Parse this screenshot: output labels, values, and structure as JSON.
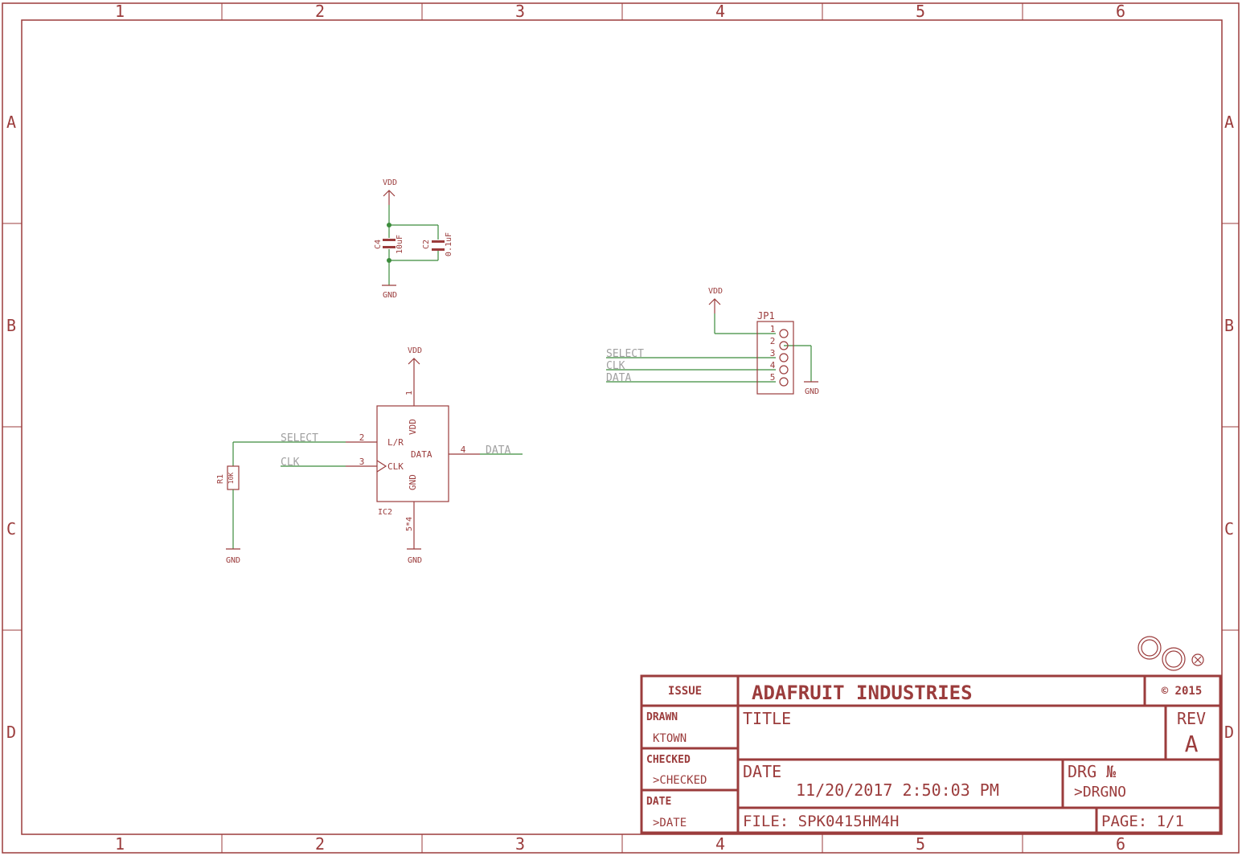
{
  "frame": {
    "columns": [
      "1",
      "2",
      "3",
      "4",
      "5",
      "6"
    ],
    "rows": [
      "A",
      "B",
      "C",
      "D"
    ]
  },
  "components": {
    "c4": {
      "ref": "C4",
      "value": "10uF"
    },
    "c2": {
      "ref": "C2",
      "value": "0.1uF"
    },
    "r1": {
      "ref": "R1",
      "value": "10K"
    },
    "ic2": {
      "ref": "IC2",
      "pins": {
        "vdd": "VDD",
        "lr": "L/R",
        "clk": "CLK",
        "data": "DATA",
        "gnd": "GND"
      },
      "pin_numbers": {
        "vdd": "1",
        "lr": "2",
        "clk": "3",
        "data": "4",
        "gnd": "5*4"
      }
    },
    "jp1": {
      "ref": "JP1",
      "pins": [
        "1",
        "2",
        "3",
        "4",
        "5"
      ]
    }
  },
  "power": {
    "vdd": "VDD",
    "gnd": "GND"
  },
  "nets": {
    "select": "SELECT",
    "clk": "CLK",
    "data": "DATA"
  },
  "title_block": {
    "issue": "ISSUE",
    "company": "ADAFRUIT INDUSTRIES",
    "copyright": "© 2015",
    "drawn_label": "DRAWN",
    "drawn_value": "KTOWN",
    "checked_label": "CHECKED",
    "checked_value": ">CHECKED",
    "date_small_label": "DATE",
    "date_small_value": ">DATE",
    "title_label": "TITLE",
    "rev_label": "REV",
    "rev_value": "A",
    "date_label": "DATE",
    "date_value": "11/20/2017 2:50:03 PM",
    "drg_label": "DRG №",
    "drg_value": ">DRGNO",
    "file": "FILE: SPK0415HM4H",
    "page": "PAGE: 1/1"
  }
}
